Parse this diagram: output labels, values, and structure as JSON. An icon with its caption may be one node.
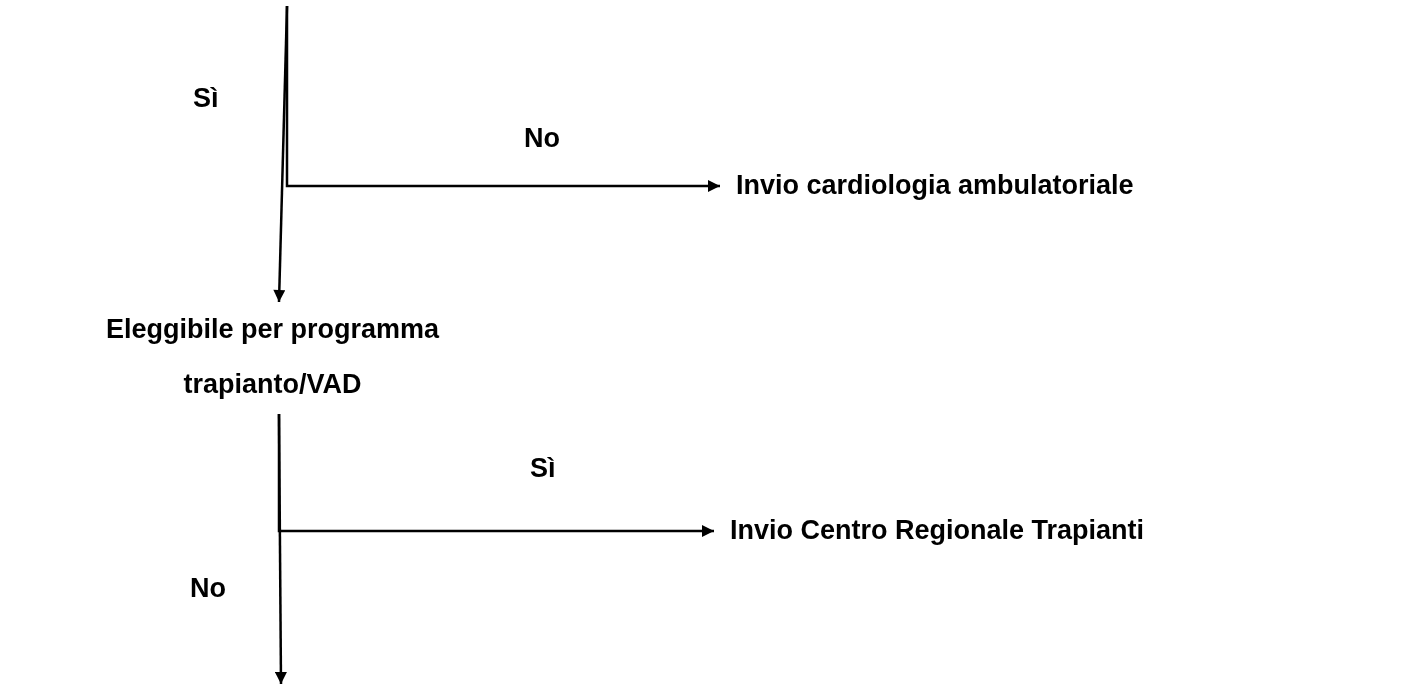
{
  "diagram": {
    "nodes": [
      {
        "text": [
          "Invio cardiologia ambulatoriale"
        ]
      },
      {
        "text": [
          "Eleggibile per programma trapianto/VAD"
        ]
      },
      {
        "text": [
          "Invio Centro Regionale Trapianti"
        ]
      }
    ],
    "edges": [
      {
        "from": null,
        "to": 1,
        "arrow": "to",
        "label": "Sì"
      },
      {
        "from": null,
        "to": 0,
        "arrow": "to",
        "label": "No"
      },
      {
        "from": 1,
        "to": 2,
        "arrow": "to",
        "label": "Sì"
      },
      {
        "from": 1,
        "to": null,
        "arrow": "to",
        "label": "No"
      }
    ]
  }
}
